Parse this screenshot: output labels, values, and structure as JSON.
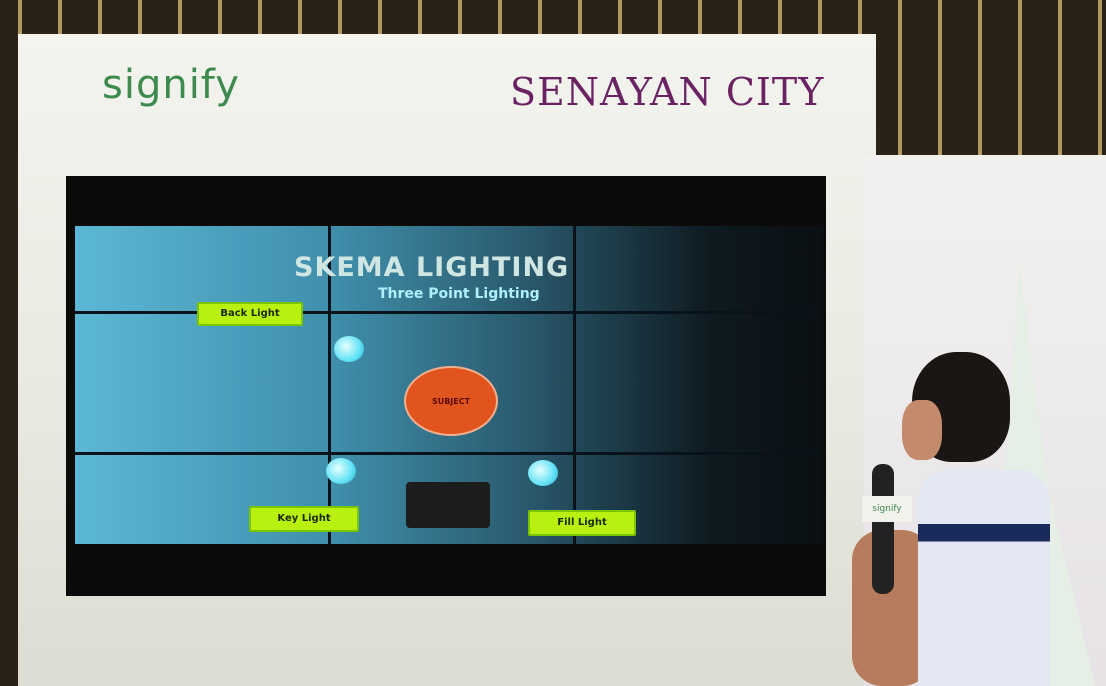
{
  "logos": {
    "left": "signify",
    "right": "SENAYAN CITY",
    "mic_flag": "signify"
  },
  "slide": {
    "title": "SKEMA LIGHTING",
    "subtitle": "Three Point Lighting",
    "labels": {
      "back": "Back Light",
      "key": "Key Light",
      "fill": "Fill Light",
      "subject": "SUBJECT"
    }
  }
}
